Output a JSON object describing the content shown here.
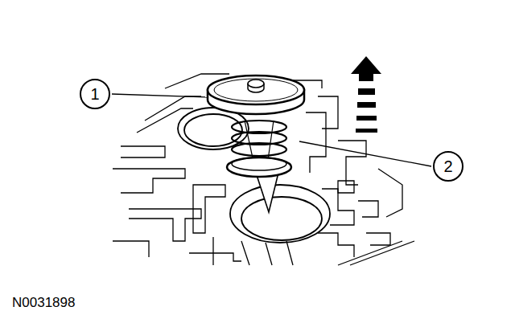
{
  "diagram": {
    "nodes": [
      {
        "text": [
          "1"
        ]
      },
      {
        "text": [
          "2"
        ]
      }
    ],
    "labels": [
      "N0031898"
    ]
  }
}
